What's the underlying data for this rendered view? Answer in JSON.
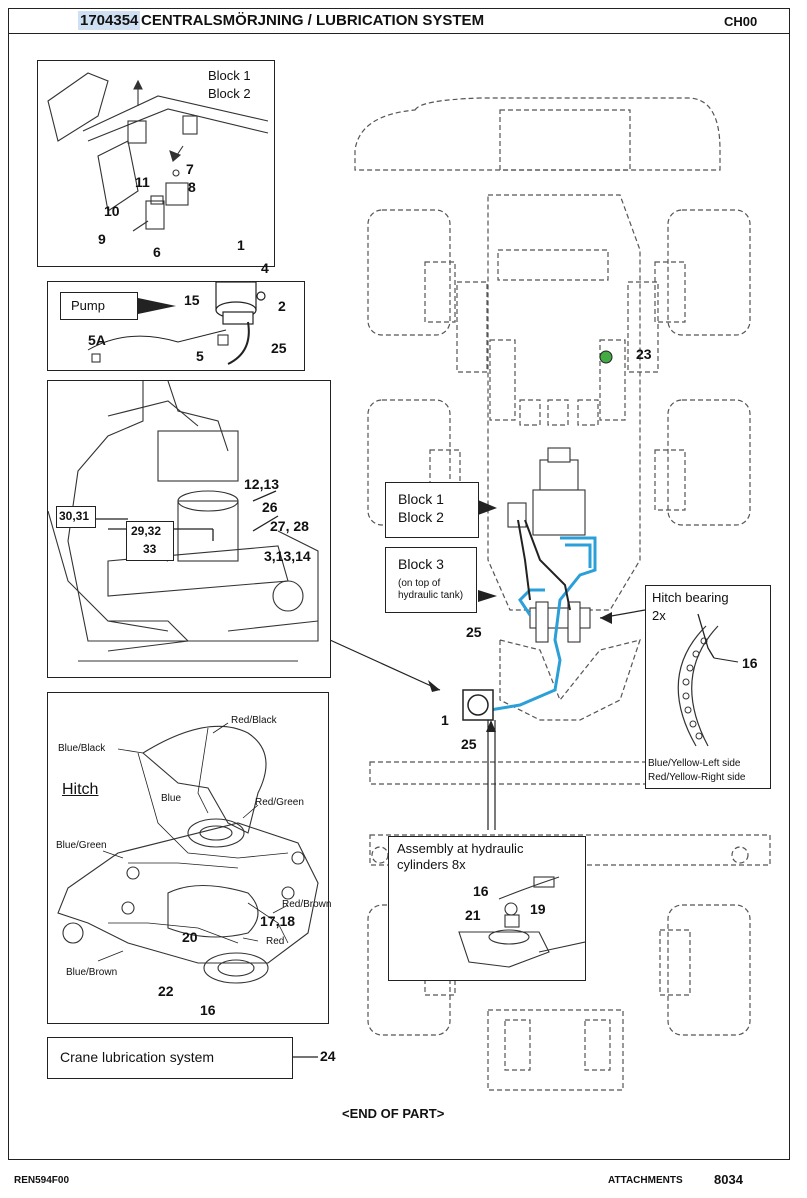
{
  "header": {
    "part_number": "1704354",
    "title": "CENTRALSMÖRJNING / LUBRICATION SYSTEM",
    "code": "CH00"
  },
  "blocks_inset": {
    "block1": "Block 1",
    "block2": "Block 2",
    "callouts": [
      "7",
      "8",
      "11",
      "10",
      "9",
      "6"
    ]
  },
  "pump_inset": {
    "pump_label": "Pump",
    "callouts": [
      "1",
      "4",
      "15",
      "2",
      "5A",
      "5",
      "25"
    ]
  },
  "crane_inset": {
    "callouts": [
      "30,31",
      "12,13",
      "26",
      "27, 28",
      "29,32",
      "33",
      "3,13,14"
    ]
  },
  "hitch_inset": {
    "title": "Hitch",
    "colors": [
      "Red/Black",
      "Blue/Black",
      "Blue",
      "Red/Green",
      "Blue/Green",
      "Red/Brown",
      "Red",
      "Blue/Brown"
    ],
    "callouts": [
      "17,18",
      "20",
      "22",
      "16"
    ]
  },
  "crane_lube": {
    "label": "Crane lubrication system",
    "callout": "24"
  },
  "main": {
    "block12_label_1": "Block 1",
    "block12_label_2": "Block 2",
    "block3_title": "Block 3",
    "block3_sub_1": "(on top of",
    "block3_sub_2": "hydraulic tank)",
    "callouts": [
      "23",
      "25",
      "1",
      "25"
    ]
  },
  "hitch_bearing": {
    "title": "Hitch bearing",
    "qty": "2x",
    "callout": "16",
    "left_side": "Blue/Yellow-Left side",
    "right_side": "Red/Yellow-Right side"
  },
  "assembly": {
    "title_1": "Assembly at hydraulic",
    "title_2": "cylinders 8x",
    "callouts": [
      "16",
      "21",
      "19"
    ]
  },
  "end_of_part": "<END OF PART>",
  "footer": {
    "ref": "REN594F00",
    "section": "ATTACHMENTS",
    "page": "8034"
  },
  "colors": {
    "highlight": "#cfe0f2",
    "lube_line": "#2a9fd8",
    "line": "#222222"
  }
}
